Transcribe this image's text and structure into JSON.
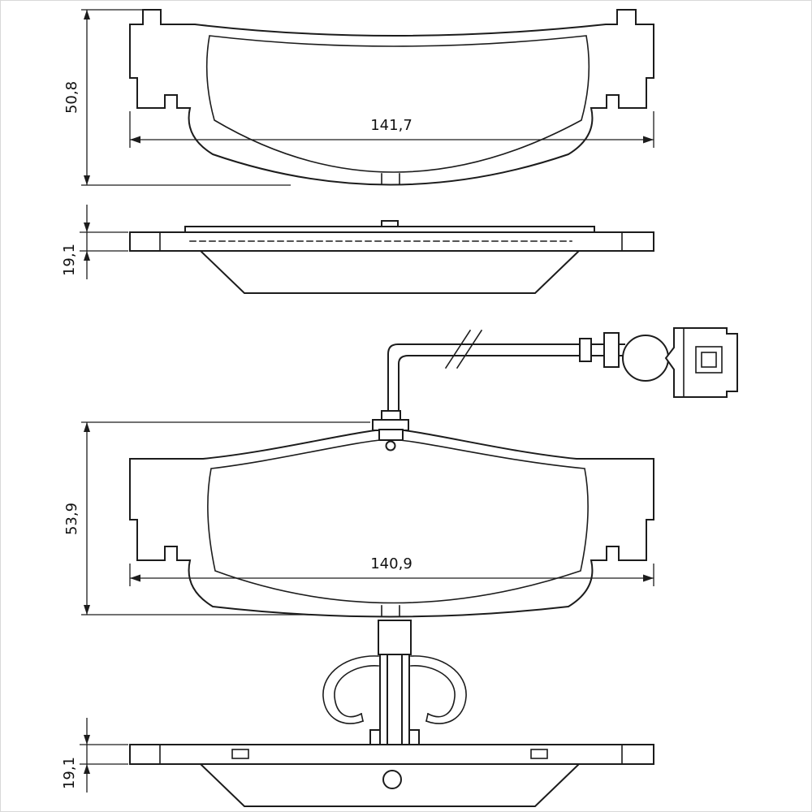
{
  "drawing": {
    "subject": "brake-pad-set-technical-drawing",
    "line_color": "#1c1c1c",
    "background_color": "#ffffff",
    "views": {
      "pad_front_top": {
        "height": "50,8",
        "width": "141,7"
      },
      "pad_profile_top": {
        "thickness": "19,1"
      },
      "wear_sensor": {
        "name": "wear-sensor-lead-with-connector"
      },
      "pad_front_bottom": {
        "height": "53,9",
        "width": "140,9"
      },
      "pad_profile_bottom": {
        "thickness": "19,1"
      }
    }
  }
}
